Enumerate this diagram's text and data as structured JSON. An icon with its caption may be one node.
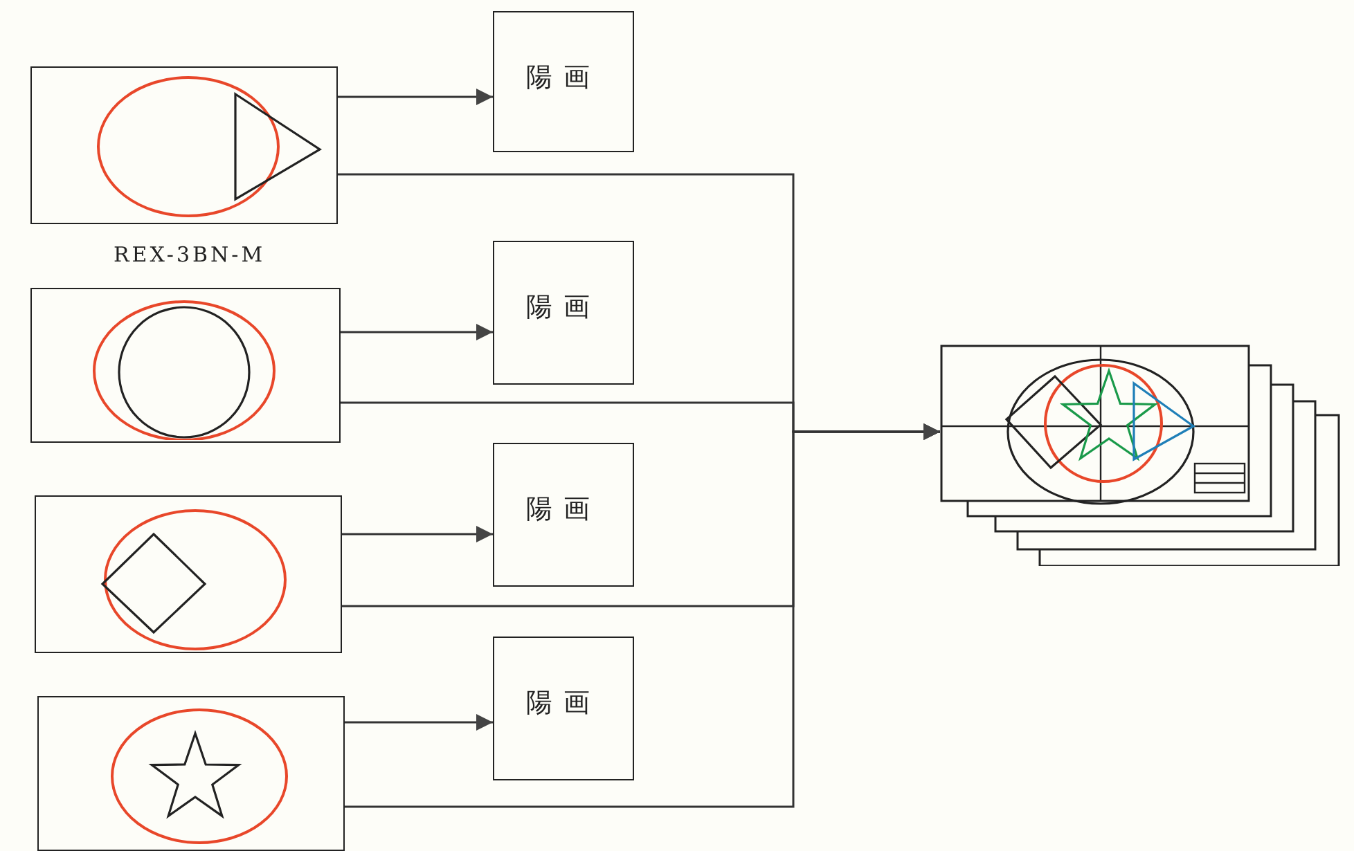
{
  "diagram": {
    "nodes": [
      {
        "text": [],
        "shape": "picture",
        "beside": [
          "REX-3BN-M"
        ]
      },
      {
        "text": [
          "陽画"
        ]
      },
      {
        "text": [],
        "shape": "picture"
      },
      {
        "text": [
          "陽画"
        ]
      },
      {
        "text": [],
        "shape": "picture"
      },
      {
        "text": [
          "陽画"
        ]
      },
      {
        "text": [],
        "shape": "picture"
      },
      {
        "text": [
          "陽画"
        ]
      },
      {
        "text": [],
        "shape": "picture"
      }
    ],
    "edges": [
      {
        "from": 0,
        "to": 1,
        "arrow": "to"
      },
      {
        "from": 2,
        "to": 3,
        "arrow": "to"
      },
      {
        "from": 4,
        "to": 5,
        "arrow": "to"
      },
      {
        "from": 6,
        "to": 7,
        "arrow": "to"
      },
      {
        "from": 0,
        "to": 8,
        "arrow": "to"
      },
      {
        "from": 2,
        "to": 8,
        "arrow": "to"
      },
      {
        "from": 4,
        "to": 8,
        "arrow": "to"
      },
      {
        "from": 6,
        "to": 8,
        "arrow": "to"
      }
    ]
  }
}
